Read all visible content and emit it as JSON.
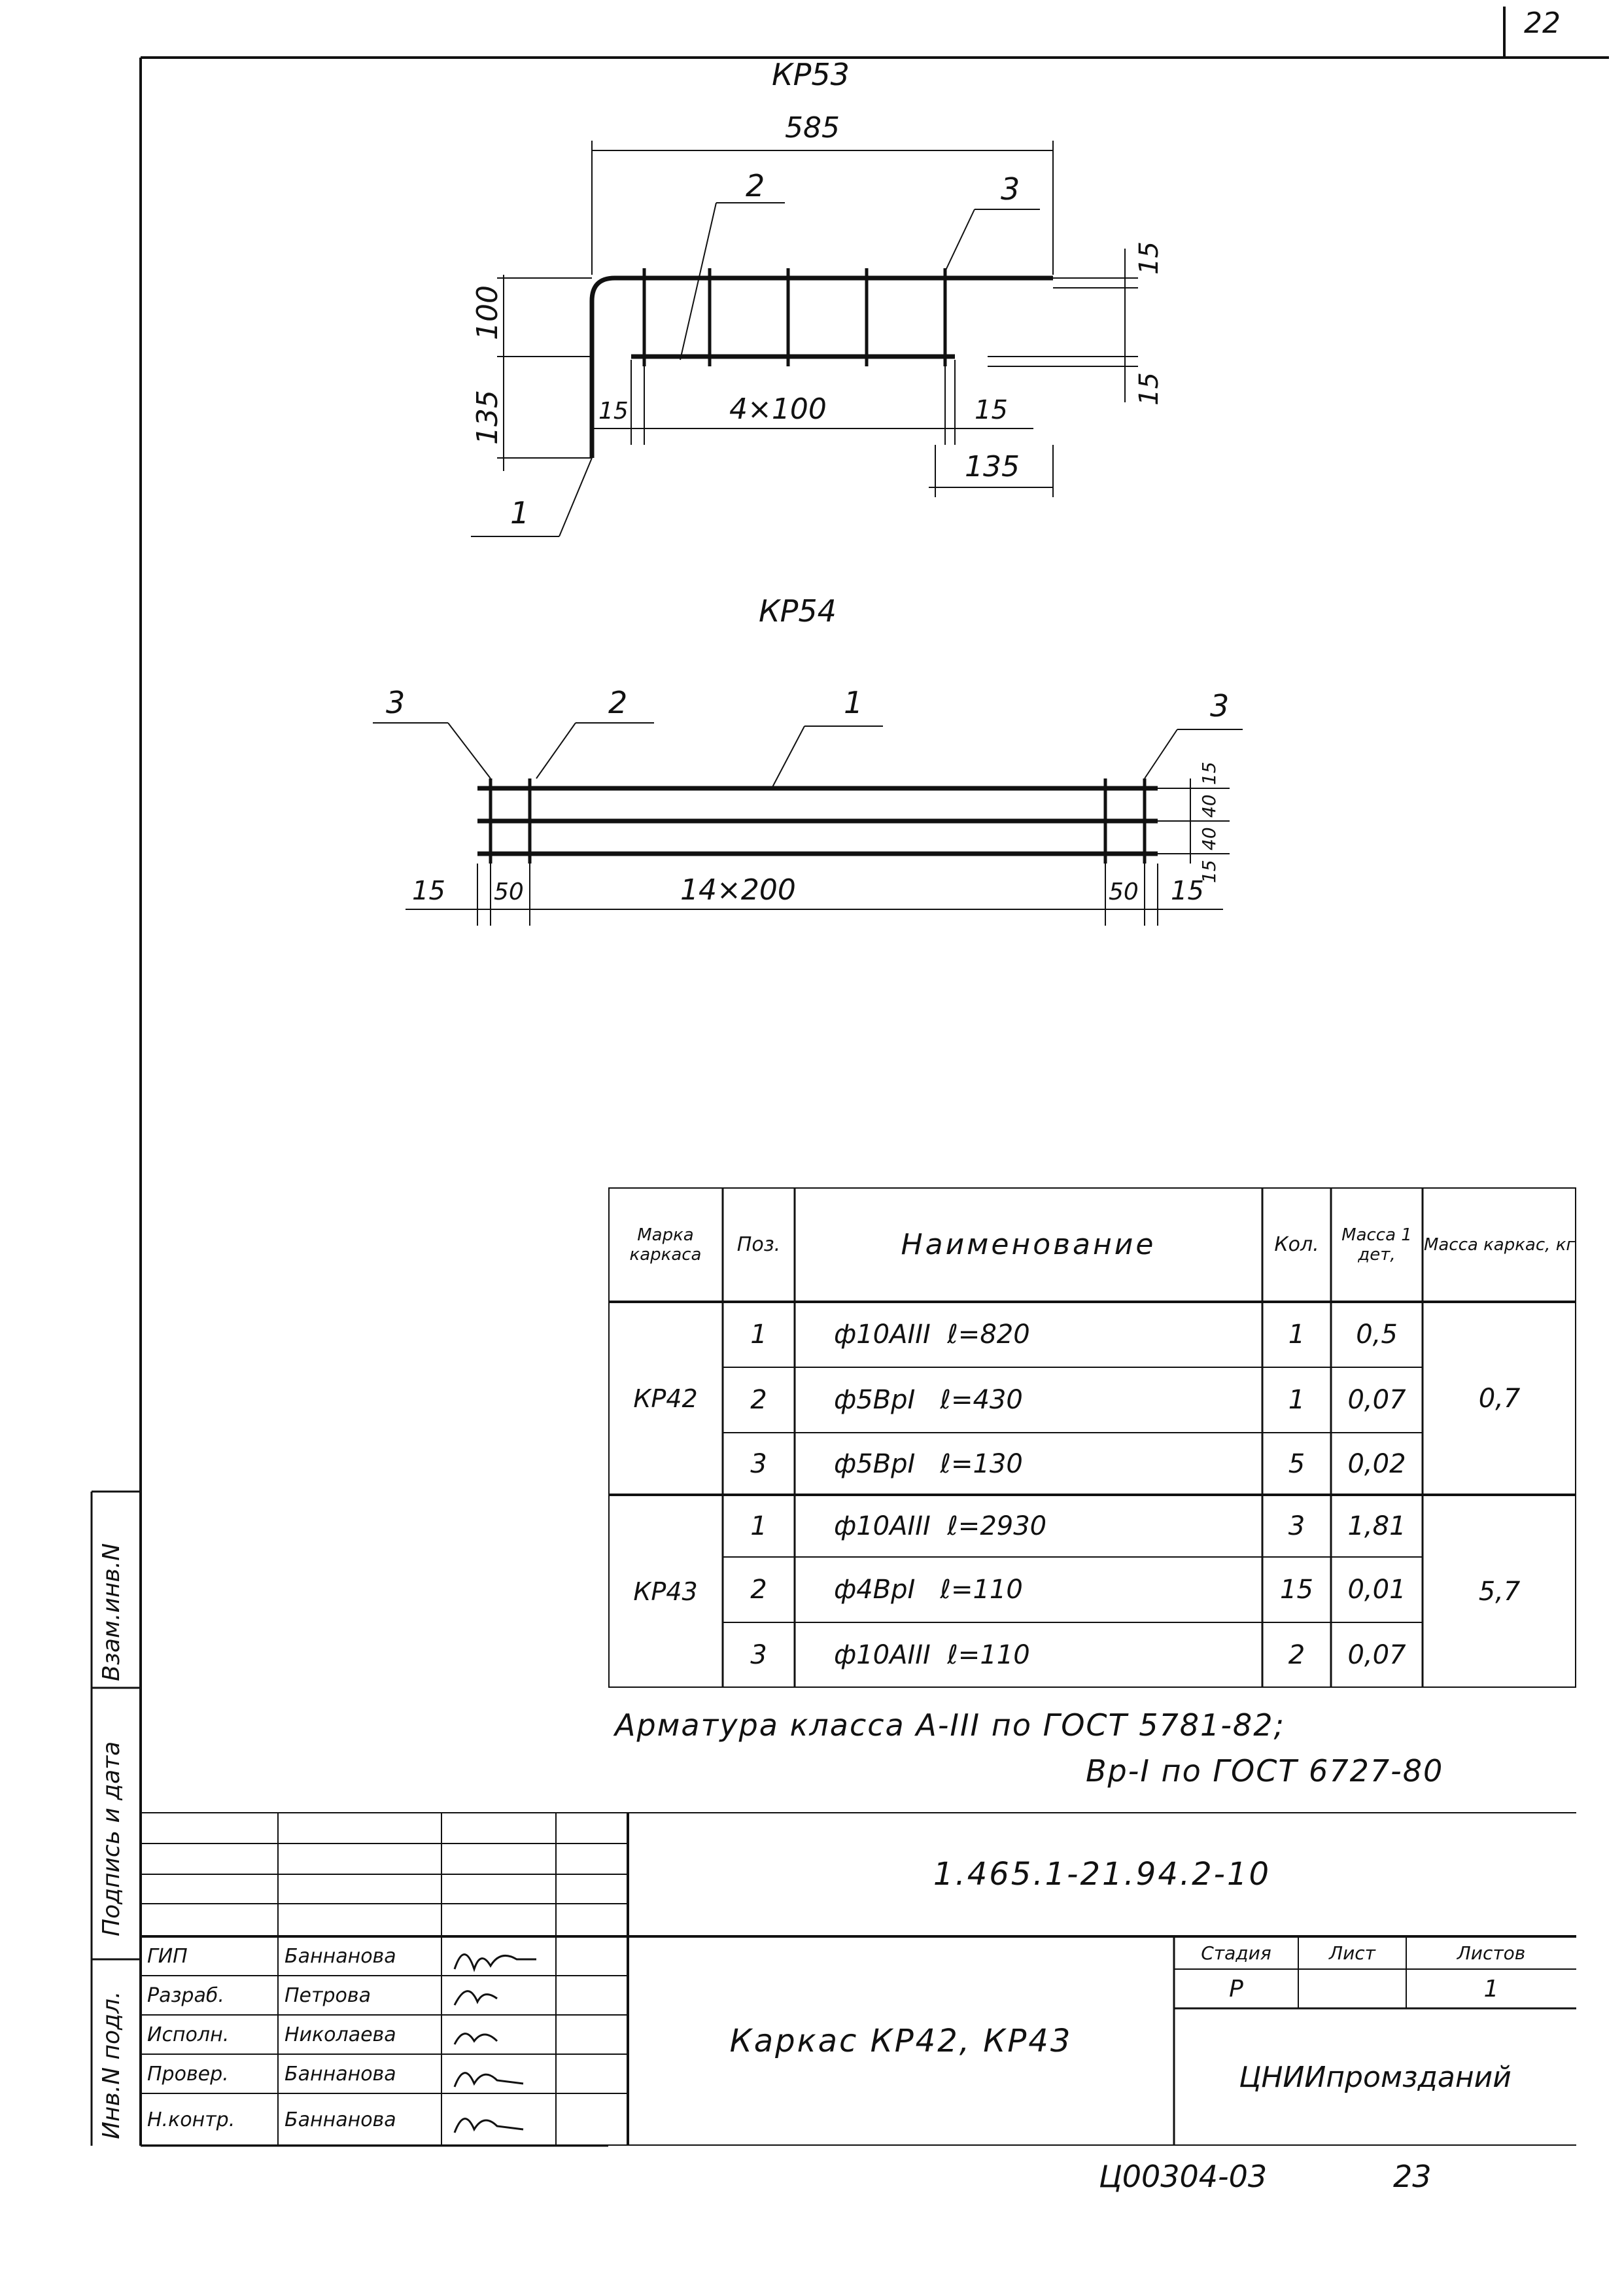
{
  "page": {
    "sheet_number": "22",
    "bottom_code": "Ц00304-03",
    "bottom_page": "23"
  },
  "kp53": {
    "title": "КР53",
    "dims": {
      "length": "585",
      "height": "100",
      "leg": "135",
      "cover": "15",
      "bottom_cover": "15",
      "left_offset": "15",
      "spacing": "4×100",
      "right_offset": "15",
      "tail": "135"
    },
    "callouts": {
      "p1": "1",
      "p2": "2",
      "p3": "3"
    }
  },
  "kp54": {
    "title": "КР54",
    "dims": {
      "left": "15",
      "offset_left": "50",
      "spacing": "14×200",
      "offset_right": "50",
      "right": "15",
      "v_top": "15",
      "v_mid1": "40",
      "v_mid2": "40",
      "v_bot": "15"
    },
    "callouts": {
      "left3": "3",
      "p2": "2",
      "p1": "1",
      "right3": "3"
    }
  },
  "spec_table": {
    "headers": {
      "mark": "Марка каркаса",
      "pos": "Поз.",
      "name": "Наименование",
      "qty": "Кол.",
      "mass_unit": "Масса 1 дет,",
      "mass_total": "Масса каркас, кг"
    },
    "groups": [
      {
        "mark": "КР42",
        "total": "0,7",
        "rows": [
          {
            "pos": "1",
            "name": "ф10АIII  ℓ=820",
            "qty": "1",
            "mass": "0,5"
          },
          {
            "pos": "2",
            "name": "ф5ВрI   ℓ=430",
            "qty": "1",
            "mass": "0,07"
          },
          {
            "pos": "3",
            "name": "ф5ВрI   ℓ=130",
            "qty": "5",
            "mass": "0,02"
          }
        ]
      },
      {
        "mark": "КР43",
        "total": "5,7",
        "rows": [
          {
            "pos": "1",
            "name": "ф10АIII  ℓ=2930",
            "qty": "3",
            "mass": "1,81"
          },
          {
            "pos": "2",
            "name": "ф4ВрI   ℓ=110",
            "qty": "15",
            "mass": "0,01"
          },
          {
            "pos": "3",
            "name": "ф10АIII  ℓ=110",
            "qty": "2",
            "mass": "0,07"
          }
        ]
      }
    ]
  },
  "notes": {
    "line1": "Арматура класса А-III по ГОСТ 5781-82;",
    "line2": "Вр-I по ГОСТ 6727-80"
  },
  "side_labels": {
    "vzam": "Взам.инв.N",
    "podpis": "Подпись и дата",
    "inv": "Инв.N подл."
  },
  "title_block": {
    "doc_code": "1.465.1-21.94.2-10",
    "title": "Каркас КР42, КР43",
    "org": "ЦНИИпромзданий",
    "stage_label": "Стадия",
    "sheet_label": "Лист",
    "sheets_label": "Листов",
    "stage": "Р",
    "sheet": "",
    "sheets": "1",
    "roles": [
      {
        "role": "ГИП",
        "name": "Баннанова"
      },
      {
        "role": "Разраб.",
        "name": "Петрова"
      },
      {
        "role": "Исполн.",
        "name": "Николаева"
      },
      {
        "role": "Провер.",
        "name": "Баннанова"
      },
      {
        "role": "Н.контр.",
        "name": "Баннанова"
      }
    ]
  }
}
